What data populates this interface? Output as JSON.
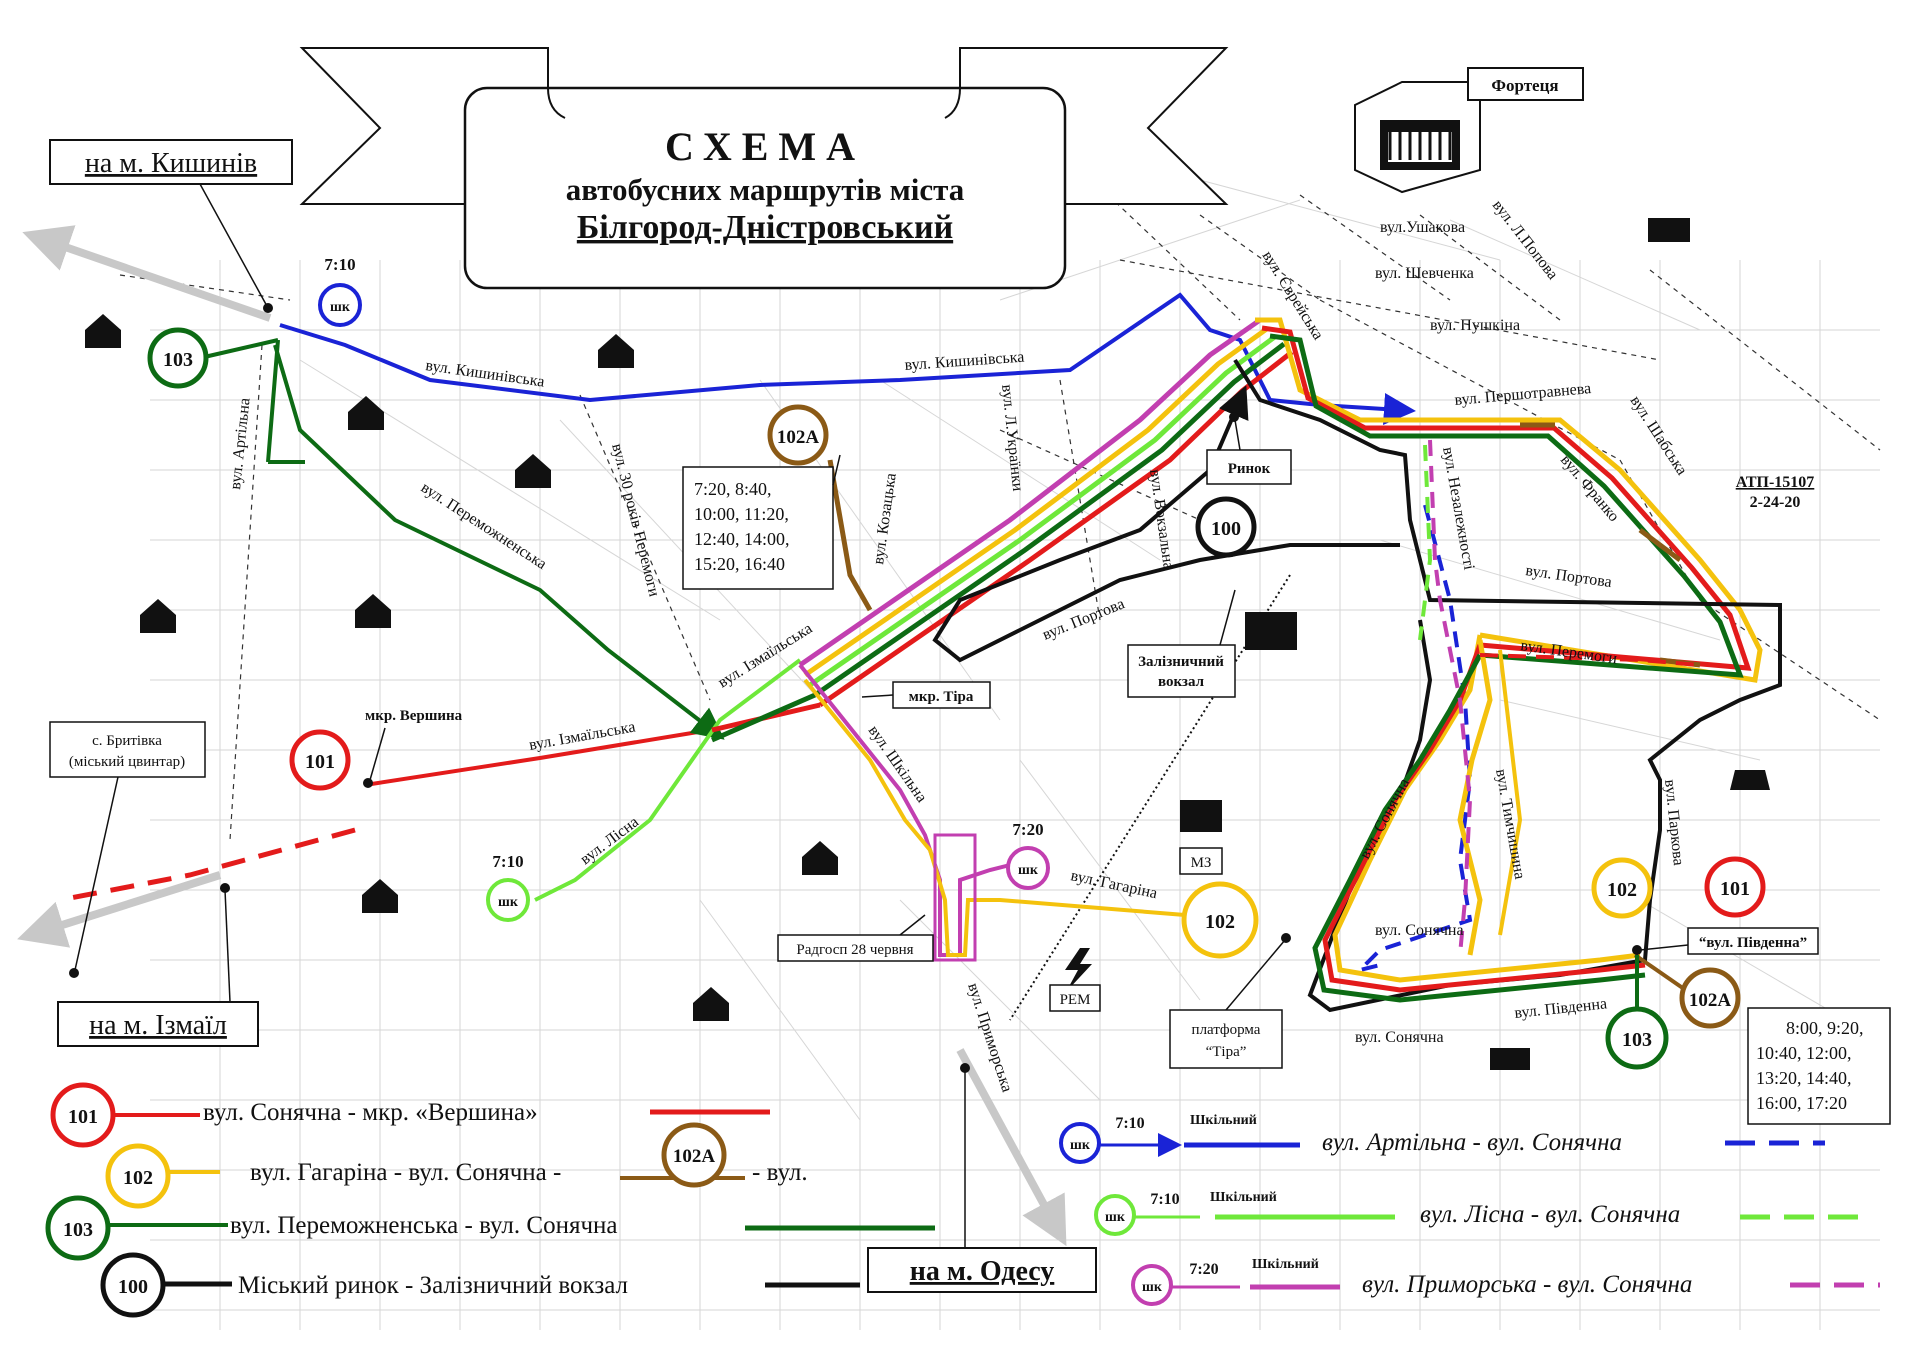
{
  "title": {
    "line1": "СХЕМА",
    "line2": "автобусних маршрутів міста",
    "line3": "Білгород-Дністровський"
  },
  "fortress_label": "Фортеця",
  "atp": {
    "name": "АТП-15107",
    "phone": "2-24-20"
  },
  "directions": {
    "chisinau": "на м. Кишинів",
    "izmail": "на м. Ізмаїл",
    "odesa": "на м. Одесу"
  },
  "streets": {
    "kyshynivska_w": "вул. Кишинівська",
    "kyshynivska_e": "вул. Кишинівська",
    "artilna": "вул. Артільна",
    "peremozhnenska": "вул. Переможненська",
    "30_rokiv": "вул. 30 років Перемоги",
    "izmailska_w": "вул. Ізмаїльська",
    "izmailska_e": "вул. Ізмаїльська",
    "lisna": "вул. Лісна",
    "kozatska": "вул. Козацька",
    "l_ukrainky": "вул. Л.Українки",
    "vokzalna": "вул. Вокзальна",
    "portova_w": "вул. Портова",
    "portova_e": "вул. Портова",
    "shkilna": "вул. Шкільна",
    "hahaina": "вул. Гагаріна",
    "prymorska": "вул. Приморська",
    "yevreiska": "вул. Єврейська",
    "ushakova": "вул.Ушакова",
    "shevchenka": "вул. Шевченка",
    "pushkina": "вул. Пушкіна",
    "l_popova": "вул. Л.Попова",
    "pershotravneva": "вул. Першотравнева",
    "shabska": "вул. Шабська",
    "franko": "вул. Франко",
    "nezalezhnosti": "вул. Незалежності",
    "peremohy": "вул. Перемоги",
    "sonyachna_nw": "вул. Сонячна",
    "sonyachna_c": "вул. Сонячна",
    "sonyachna_s": "вул. Сонячна",
    "tymchyshyna": "вул. Тимчишина",
    "pivdenna": "вул. Південна",
    "parkova": "вул. Паркова"
  },
  "places": {
    "rynok": "Ринок",
    "vokzal_1": "Залізничний",
    "vokzal_2": "вокзал",
    "mkr_tyra": "мкр. Тіра",
    "mkr_vershyna": "мкр. Вершина",
    "brytivka_1": "с. Бритівка",
    "brytivka_2": "(міський цвинтар)",
    "radhosp": "Радгосп 28 червня",
    "mz": "МЗ",
    "rem": "РЕМ",
    "platform_1": "платформа",
    "platform_2": "“Тіра”",
    "pivdenna_stop": "“вул. Південна”"
  },
  "schedules": {
    "r102a_north": [
      "7:20, 8:40,",
      "10:00, 11:20,",
      "12:40, 14:00,",
      "15:20, 16:40"
    ],
    "r102a_south": [
      "8:00, 9:20,",
      "10:40, 12:00,",
      "13:20, 14:40,",
      "16:00, 17:20"
    ]
  },
  "route_badges": {
    "r103_nw": "103",
    "r102a_n": "102А",
    "r101_w": "101",
    "r100": "100",
    "r102_e": "102",
    "r102_se": "102",
    "r101_se": "101",
    "r102a_se": "102А",
    "r103_se": "103",
    "shk1_code": "шк",
    "shk1_time": "7:10",
    "shk2_code": "шк",
    "shk2_time": "7:10",
    "shk3_code": "шк",
    "shk3_time": "7:20"
  },
  "colors": {
    "r101": "#e31b1b",
    "r102": "#f4c20d",
    "r102a": "#8b5a16",
    "r103": "#0d6b14",
    "r100": "#111111",
    "shk_blue": "#1a23d6",
    "shk_green": "#6fe83a",
    "shk_pink": "#c23fb0"
  },
  "legend": {
    "r101_num": "101",
    "r101_text": "вул. Сонячна - мкр. «Вершина»",
    "r102_num": "102",
    "r102_text": "вул. Гагаріна - вул. Сонячна -",
    "r102a_num": "102А",
    "r102a_tail": "- вул.",
    "r103_num": "103",
    "r103_text": "вул. Переможненська - вул. Сонячна",
    "r100_num": "100",
    "r100_text": "Міський ринок - Залізничний вокзал",
    "shk_code": "шк",
    "shk1_time": "7:10",
    "shk1_word": "Шкільний",
    "shk1_route": "вул. Артільна - вул. Сонячна",
    "shk2_time": "7:10",
    "shk2_word": "Шкільний",
    "shk2_route": "вул. Лісна - вул. Сонячна",
    "shk3_time": "7:20",
    "shk3_word": "Шкільний",
    "shk3_route": "вул. Приморська - вул. Сонячна"
  }
}
